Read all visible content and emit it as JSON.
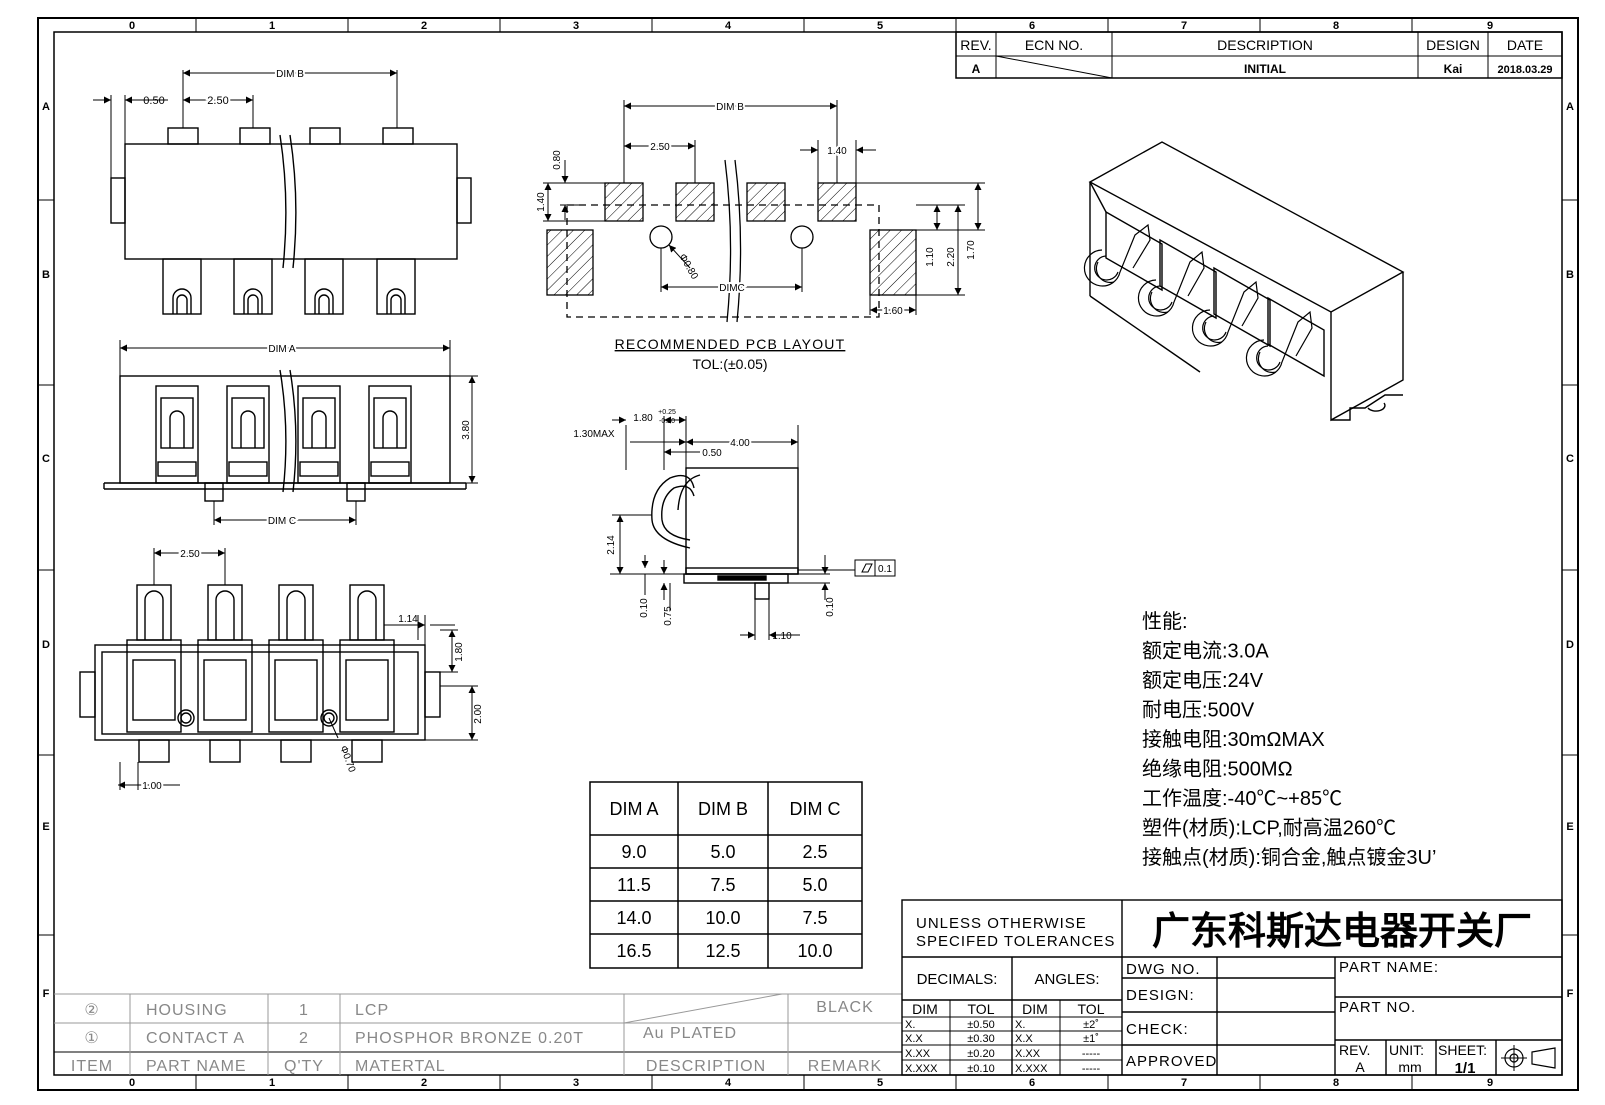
{
  "border": {
    "top_cols": [
      "0",
      "1",
      "2",
      "3",
      "4",
      "5",
      "6",
      "7",
      "8",
      "9"
    ],
    "rows": [
      "A",
      "B",
      "C",
      "D",
      "E",
      "F"
    ]
  },
  "revision_block": {
    "headers": [
      "REV.",
      "ECN NO.",
      "DESCRIPTION",
      "DESIGN",
      "DATE"
    ],
    "row": {
      "rev": "A",
      "ecn": "",
      "description": "INITIAL",
      "design": "Kai",
      "date": "2018.03.29"
    }
  },
  "top_view": {
    "dim_b": "DIM B",
    "d050": "0.50",
    "d250": "2.50"
  },
  "front_view": {
    "dim_a": "DIM A",
    "dim_c": "DIM C",
    "d380": "3.80"
  },
  "bottom_view": {
    "d250": "2.50",
    "d114": "1.14",
    "d180": "1.80",
    "d200": "2.00",
    "d100": "1.00",
    "d070": "Φ0.70"
  },
  "pcb_layout": {
    "dim_b": "DIM B",
    "d250": "2.50",
    "d140a": "1.40",
    "d080": "0.80",
    "d140b": "1.40",
    "d080hole": "Φ0.80",
    "dim_c": "DIMC",
    "d110": "1.10",
    "d220": "2.20",
    "d170": "1.70",
    "d160": "1.60",
    "title": "RECOMMENDED PCB LAYOUT",
    "tol": "TOL:(±0.05)"
  },
  "side_view": {
    "d130": "1.30MAX",
    "d180": "1.80",
    "d180sup": "+0.25",
    "d180sub": "-0.20",
    "d400": "4.00",
    "d050": "0.50",
    "d214": "2.14",
    "d010a": "0.10",
    "d075": "0.75",
    "d010b": "0.10",
    "d110": "1.10",
    "flat": "0.1"
  },
  "dim_table": {
    "headers": [
      "DIM A",
      "DIM B",
      "DIM C"
    ],
    "rows": [
      [
        "9.0",
        "5.0",
        "2.5"
      ],
      [
        "11.5",
        "7.5",
        "5.0"
      ],
      [
        "14.0",
        "10.0",
        "7.5"
      ],
      [
        "16.5",
        "12.5",
        "10.0"
      ]
    ]
  },
  "specs": [
    "性能:",
    "额定电流:3.0A",
    "额定电压:24V",
    "耐电压:500V",
    "接触电阻:30mΩMAX",
    "绝缘电阻:500MΩ",
    "工作温度:-40℃~+85℃",
    "塑件(材质):LCP,耐高温260℃",
    "接触点(材质):铜合金,触点镀金3U’"
  ],
  "bom": {
    "rows": [
      {
        "item": "②",
        "name": "HOUSING",
        "qty": "1",
        "material": "LCP",
        "description": "",
        "remark": "BLACK"
      },
      {
        "item": "①",
        "name": "CONTACT A",
        "qty": "2",
        "material": "PHOSPHOR BRONZE 0.20T",
        "description": "Au PLATED",
        "remark": ""
      }
    ],
    "header": {
      "item": "ITEM",
      "name": "PART NAME",
      "qty": "Q'TY",
      "material": "MATERTAL",
      "description": "DESCRIPTION",
      "remark": "REMARK"
    }
  },
  "title_block": {
    "unless": "UNLESS OTHERWISE",
    "specifed": "SPECIFED TOLERANCES",
    "company": "广东科斯达电器开关厂",
    "decimals": "DECIMALS:",
    "angles": "ANGLES:",
    "dim": "DIM",
    "tol": "TOL",
    "dec_rows": [
      [
        "X.",
        "±0.50"
      ],
      [
        "X.X",
        "±0.30"
      ],
      [
        "X.XX",
        "±0.20"
      ],
      [
        "X.XXX",
        "±0.10"
      ]
    ],
    "ang_rows": [
      [
        "X.",
        "±2˚"
      ],
      [
        "X.X",
        "±1˚"
      ],
      [
        "X.XX",
        "-----"
      ],
      [
        "X.XXX",
        "-----"
      ]
    ],
    "dwg_no": "DWG NO.",
    "design": "DESIGN:",
    "check": "CHECK:",
    "approved": "APPROVED",
    "part_name": "PART NAME:",
    "part_no": "PART NO.",
    "rev": "REV.",
    "rev_val": "A",
    "unit": "UNIT:",
    "unit_val": "mm",
    "sheet": "SHEET:",
    "sheet_val": "1/1"
  }
}
